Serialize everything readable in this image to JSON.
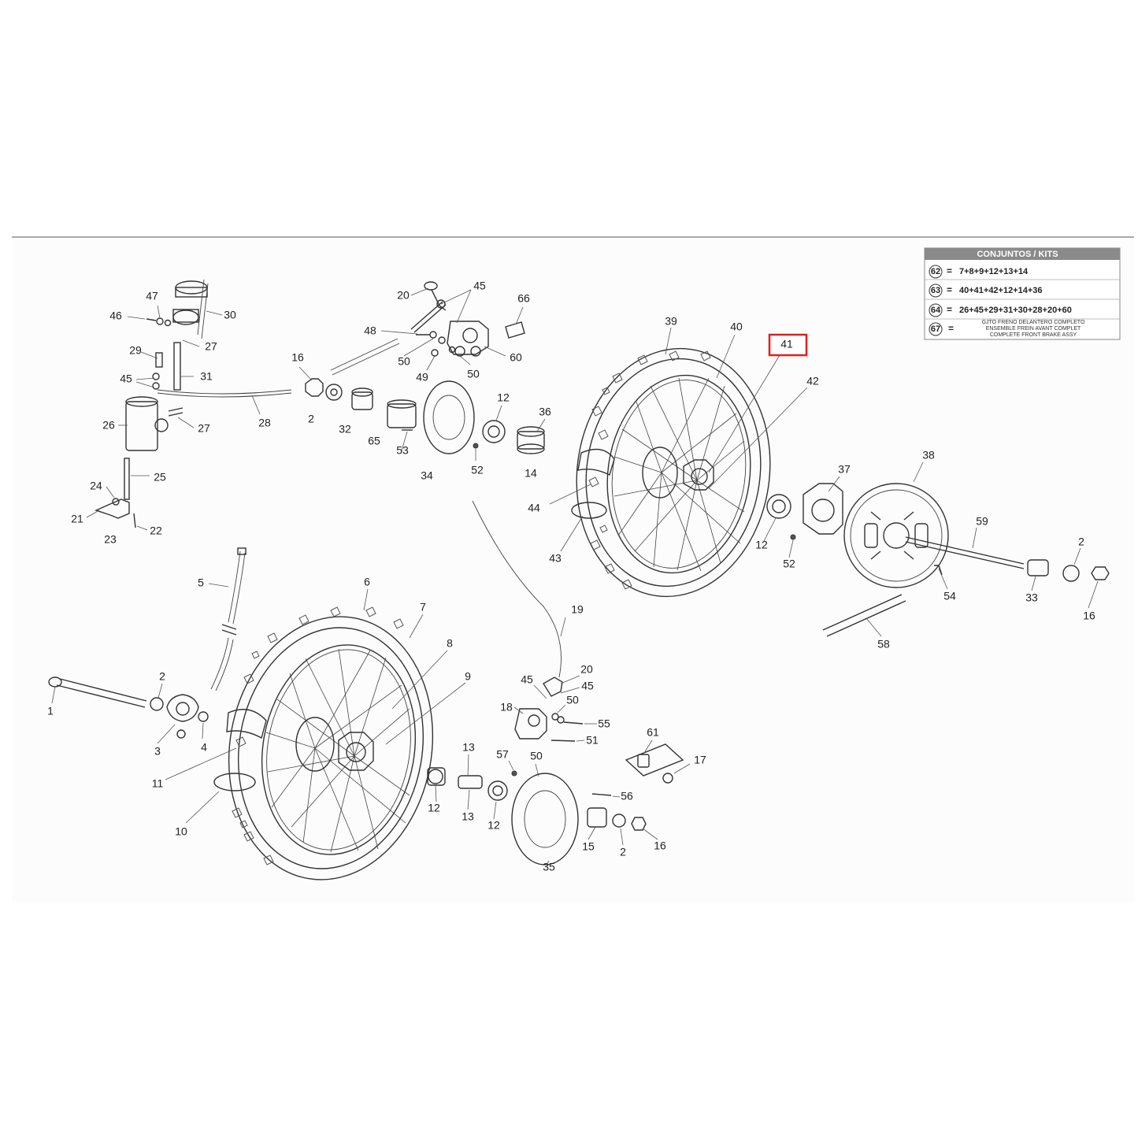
{
  "kits_table": {
    "title": "CONJUNTOS / KITS",
    "rows": [
      {
        "num": "62",
        "eq": "=",
        "formula": "7+8+9+12+13+14"
      },
      {
        "num": "63",
        "eq": "=",
        "formula": "40+41+42+12+14+36"
      },
      {
        "num": "64",
        "eq": "=",
        "formula": "26+45+29+31+30+28+20+60"
      },
      {
        "num": "67",
        "eq": "=",
        "lines": [
          "GJTO FRENO DELANTERO COMPLETO",
          "ENSEMBLE FREIN AVANT COMPLET",
          "COMPLETE FRONT BRAKE ASSY"
        ]
      }
    ]
  },
  "highlight": {
    "label": "41",
    "color": "#e0201c"
  },
  "callouts": {
    "master_cylinder": [
      "47",
      "46",
      "30",
      "27",
      "29",
      "31",
      "45",
      "26",
      "27",
      "28",
      "25",
      "24",
      "21",
      "22",
      "23"
    ],
    "caliper_front": [
      "20",
      "45",
      "66",
      "48",
      "50",
      "60",
      "49",
      "50"
    ],
    "front_axle_parts": [
      "16",
      "2",
      "32",
      "65",
      "53",
      "34",
      "52",
      "12",
      "36",
      "14"
    ],
    "rear_wheel": [
      "39",
      "40",
      "42",
      "44",
      "43",
      "37",
      "12",
      "52",
      "38",
      "59",
      "2",
      "54",
      "33",
      "16",
      "58"
    ],
    "front_wheel": [
      "5",
      "6",
      "7",
      "8",
      "9",
      "1",
      "2",
      "3",
      "4",
      "11",
      "10"
    ],
    "rear_brake": [
      "19",
      "20",
      "45",
      "45",
      "50",
      "18",
      "55",
      "51",
      "61",
      "17",
      "13",
      "57",
      "50",
      "12",
      "13",
      "12",
      "56",
      "35",
      "15",
      "2",
      "16"
    ]
  }
}
